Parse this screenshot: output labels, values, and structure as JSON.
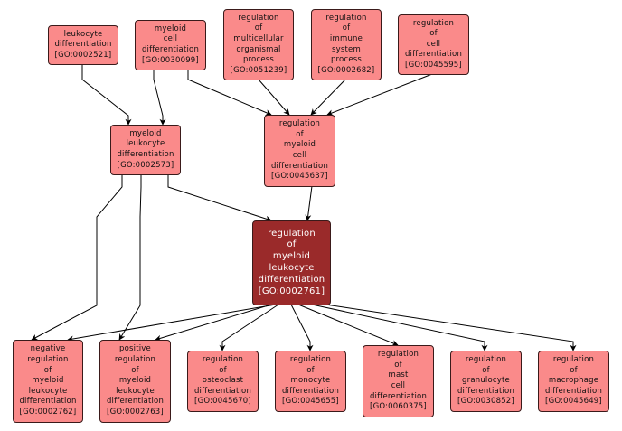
{
  "colors": {
    "node_fill": "#fa8a8a",
    "focus_fill": "#9a2a2a",
    "edge": "#000000"
  },
  "nodes": {
    "leukocyte_diff": {
      "lines": [
        "leukocyte",
        "differentiation",
        "[GO:0002521]"
      ]
    },
    "myeloid_cell_diff": {
      "lines": [
        "myeloid",
        "cell",
        "differentiation",
        "[GO:0030099]"
      ]
    },
    "reg_multicellular": {
      "lines": [
        "regulation",
        "of",
        "multicellular",
        "organismal",
        "process",
        "[GO:0051239]"
      ]
    },
    "reg_immune": {
      "lines": [
        "regulation",
        "of",
        "immune",
        "system",
        "process",
        "[GO:0002682]"
      ]
    },
    "reg_cell_diff": {
      "lines": [
        "regulation",
        "of",
        "cell",
        "differentiation",
        "[GO:0045595]"
      ]
    },
    "myeloid_leukocyte_diff": {
      "lines": [
        "myeloid",
        "leukocyte",
        "differentiation",
        "[GO:0002573]"
      ]
    },
    "reg_myeloid_cell_diff": {
      "lines": [
        "regulation",
        "of",
        "myeloid",
        "cell",
        "differentiation",
        "[GO:0045637]"
      ]
    },
    "reg_myeloid_leukocyte_diff": {
      "lines": [
        "regulation",
        "of",
        "myeloid",
        "leukocyte",
        "differentiation",
        "[GO:0002761]"
      ]
    },
    "neg_reg": {
      "lines": [
        "negative",
        "regulation",
        "of",
        "myeloid",
        "leukocyte",
        "differentiation",
        "[GO:0002762]"
      ]
    },
    "pos_reg": {
      "lines": [
        "positive",
        "regulation",
        "of",
        "myeloid",
        "leukocyte",
        "differentiation",
        "[GO:0002763]"
      ]
    },
    "reg_osteoclast": {
      "lines": [
        "regulation",
        "of",
        "osteoclast",
        "differentiation",
        "[GO:0045670]"
      ]
    },
    "reg_monocyte": {
      "lines": [
        "regulation",
        "of",
        "monocyte",
        "differentiation",
        "[GO:0045655]"
      ]
    },
    "reg_mast": {
      "lines": [
        "regulation",
        "of",
        "mast",
        "cell",
        "differentiation",
        "[GO:0060375]"
      ]
    },
    "reg_granulocyte": {
      "lines": [
        "regulation",
        "of",
        "granulocyte",
        "differentiation",
        "[GO:0030852]"
      ]
    },
    "reg_macrophage": {
      "lines": [
        "regulation",
        "of",
        "macrophage",
        "differentiation",
        "[GO:0045649]"
      ]
    }
  }
}
